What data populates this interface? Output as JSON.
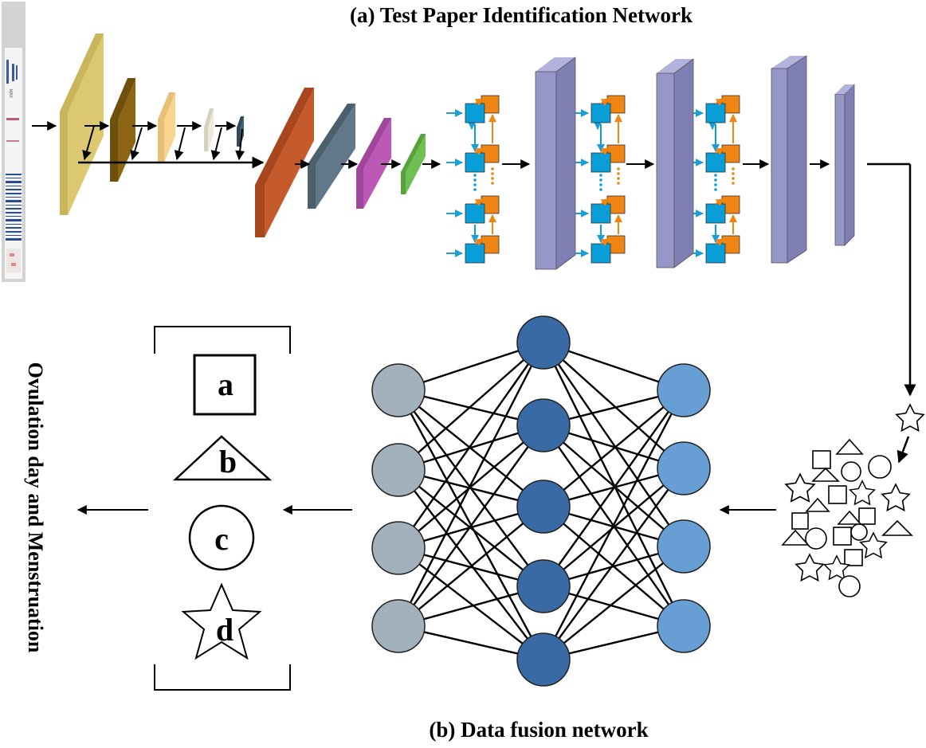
{
  "titles": {
    "top": "(a) Test Paper Identification Network",
    "bottom": "(b) Data fusion network",
    "side": "Ovulation day and Menstruation"
  },
  "legend": {
    "items": [
      {
        "shape": "square-icon",
        "label": "a"
      },
      {
        "shape": "triangle-icon",
        "label": "b"
      },
      {
        "shape": "circle-icon",
        "label": "c"
      },
      {
        "shape": "star-icon",
        "label": "d"
      }
    ]
  },
  "network": {
    "layers": [
      {
        "name": "input",
        "nodes": 4,
        "color": "#a3b1bc"
      },
      {
        "name": "hidden",
        "nodes": 5,
        "color": "#3a6aa4"
      },
      {
        "name": "output",
        "nodes": 4,
        "color": "#679fd5"
      }
    ]
  },
  "test_strip": {
    "band_text": "MAX"
  },
  "colors": {
    "yellow_slab": "#d9c56f",
    "brown_slab": "#8c6614",
    "tan_slab": "#f6cf87",
    "grey_slab": "#ece8d6",
    "teal_slab": "#446373",
    "orange_slab": "#c55a2c",
    "slate_slab": "#607889",
    "magenta_slab": "#bc59b6",
    "green_slab": "#6fbf52",
    "purple_slab": "#9696c8",
    "block_blue": "#0a9ed8",
    "block_orange": "#f08513",
    "arrow_blue": "#1b9fdc"
  }
}
